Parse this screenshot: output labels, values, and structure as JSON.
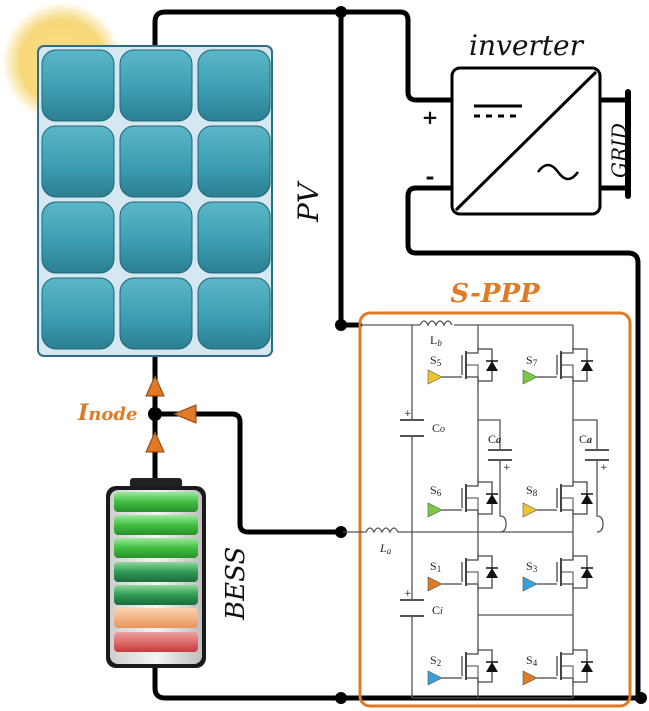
{
  "labels": {
    "inverter": "inverter",
    "grid": "GRID",
    "pv": "PV",
    "sppp": "S-PPP",
    "inode": "Inode",
    "inode_main": "I",
    "inode_sub": "node",
    "bess": "BESS",
    "plus": "+",
    "minus": "-"
  },
  "converter": {
    "switches": {
      "s5": {
        "main": "S",
        "sub": "5"
      },
      "s6": {
        "main": "S",
        "sub": "6"
      },
      "s7": {
        "main": "S",
        "sub": "7"
      },
      "s8": {
        "main": "S",
        "sub": "8"
      },
      "s1": {
        "main": "S",
        "sub": "1"
      },
      "s2": {
        "main": "S",
        "sub": "2"
      },
      "s3": {
        "main": "S",
        "sub": "3"
      },
      "s4": {
        "main": "S",
        "sub": "4"
      }
    },
    "inductors": {
      "lb": {
        "main": "L",
        "sub": "b"
      },
      "la": {
        "main": "L",
        "sub": "a"
      }
    },
    "capacitors": {
      "co": {
        "main": "C",
        "sub": "o"
      },
      "ci": {
        "main": "C",
        "sub": "i"
      },
      "ca1": {
        "main": "C",
        "sub": "a"
      },
      "ca2": {
        "main": "C",
        "sub": "a"
      }
    }
  },
  "colors": {
    "accent_orange": "#e07a24",
    "wire": "#000000",
    "panel_fill": "#3a9fb0",
    "panel_frame": "#b9d7e6",
    "sun": "#f6d36b",
    "battery_green": "#3fbf3f",
    "battery_red": "#c83a3a",
    "gate_orange": "#e07a24",
    "gate_yellow": "#f1c232",
    "gate_green": "#7ac943",
    "gate_blue": "#3aa0d8"
  }
}
